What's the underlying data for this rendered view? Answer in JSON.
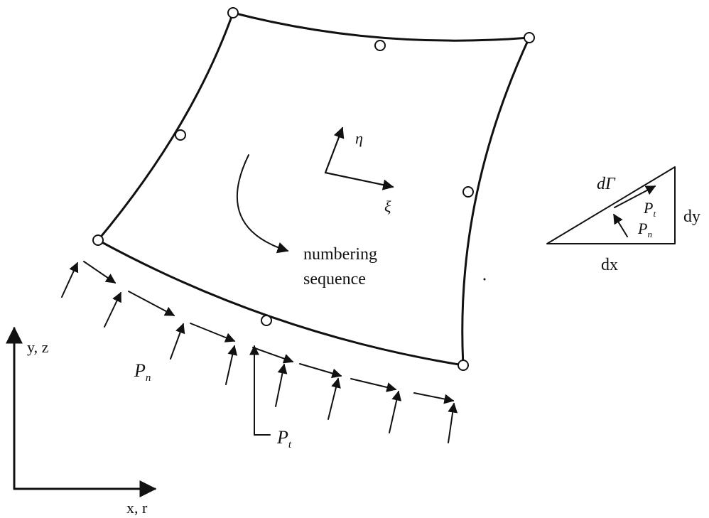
{
  "labels": {
    "eta": "η",
    "xi": "ξ",
    "numbering_line1": "numbering",
    "numbering_line2": "sequence",
    "y_axis": "y, z",
    "x_axis": "x, r",
    "pn_main": "P",
    "pn_main_sub": "n",
    "pt_main": "P",
    "pt_main_sub": "t",
    "dgamma": "dΓ",
    "pt_small": "P",
    "pt_small_sub": "t",
    "pn_small": "P",
    "pn_small_sub": "n",
    "dy": "dy",
    "dx": "dx"
  },
  "colors": {
    "ink": "#111111",
    "background": "#ffffff"
  }
}
